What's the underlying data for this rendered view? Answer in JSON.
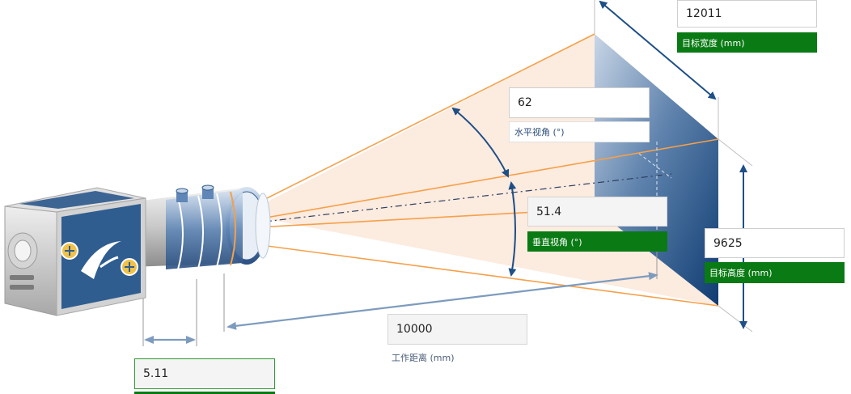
{
  "fields": {
    "target_width": {
      "value": "12011",
      "label": "目标宽度 (mm)"
    },
    "horizontal_fov": {
      "value": "62",
      "label": "水平视角 (°)"
    },
    "vertical_fov": {
      "value": "51.4",
      "label": "垂直视角 (°)"
    },
    "target_height": {
      "value": "9625",
      "label": "目标高度 (mm)"
    },
    "working_distance": {
      "value": "10000",
      "label": "工作距离 (mm)"
    },
    "focal_length": {
      "value": "5.11"
    }
  },
  "colors": {
    "fov_orange": "#f5a04a",
    "fov_fill": "#fbe3d2",
    "arrow_navy": "#1e4f86",
    "arrow_light": "#7d9bbd",
    "label_green": "#0a7a14",
    "camera_blue": "#2f5d8f"
  }
}
